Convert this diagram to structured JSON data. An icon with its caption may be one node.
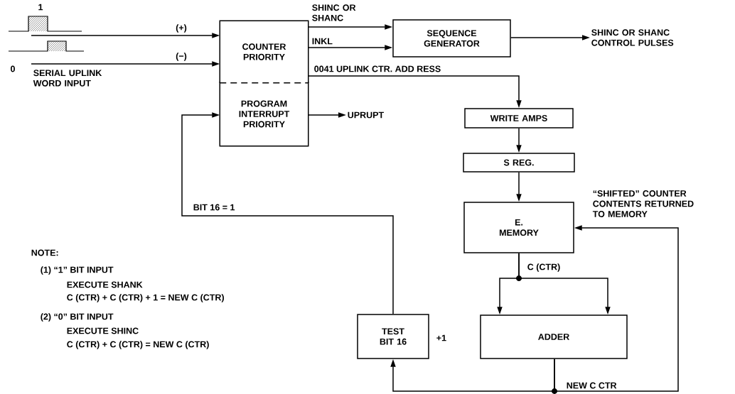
{
  "diagram": {
    "nodes": [
      {
        "text": [
          "COUNTER PRIORITY"
        ]
      },
      {
        "text": [
          "PROGRAM INTERRUPT PRIORITY"
        ]
      },
      {
        "text": [
          "SEQUENCE GENERATOR"
        ]
      },
      {
        "text": [
          "WRITE AMPS"
        ]
      },
      {
        "text": [
          "S REG."
        ]
      },
      {
        "text": [
          "E. MEMORY"
        ]
      },
      {
        "text": [
          "ADDER"
        ]
      },
      {
        "text": [
          "TEST BIT 16"
        ],
        "beside": [
          "+1"
        ]
      },
      {
        "text": [
          "SHINC OR SHANC CONTROL PULSES"
        ]
      },
      {
        "text": [
          "UPRUPT"
        ]
      }
    ],
    "edges": [
      {
        "from": null,
        "to": 0,
        "arrow": "to",
        "label": "(+)"
      },
      {
        "from": null,
        "to": 0,
        "arrow": "to",
        "label": "(−)"
      },
      {
        "from": 0,
        "to": 2,
        "arrow": "to",
        "label": "SHINC OR SHANC"
      },
      {
        "from": 0,
        "to": 2,
        "arrow": "to",
        "label": "INKL"
      },
      {
        "from": 0,
        "to": 3,
        "arrow": "to",
        "label": "0041 UPLINK CTR. ADD RESS"
      },
      {
        "from": 1,
        "to": 9,
        "arrow": "to"
      },
      {
        "from": 2,
        "to": 8,
        "arrow": "to"
      },
      {
        "from": 3,
        "to": 4,
        "arrow": "to"
      },
      {
        "from": 4,
        "to": 5,
        "arrow": "to"
      },
      {
        "from": 5,
        "to": 6,
        "arrow": "to",
        "label": "C (CTR)"
      },
      {
        "from": 5,
        "to": 6,
        "arrow": "to"
      },
      {
        "from": 6,
        "to": 7,
        "arrow": "to",
        "label": "NEW C CTR"
      },
      {
        "from": 6,
        "to": 5,
        "arrow": "to",
        "label": "“SHIFTED” COUNTER CONTENTS RETURNED TO MEMORY"
      },
      {
        "from": 7,
        "to": 1,
        "arrow": "to",
        "label": "BIT 16 = 1"
      }
    ],
    "labels": [
      "1",
      "0",
      "SERIAL UPLINK WORD INPUT",
      "NOTE:",
      "(1) “1” BIT INPUT",
      "EXECUTE SHANK",
      "C (CTR) + C (CTR) + 1 = NEW C (CTR)",
      "(2) “0” BIT INPUT",
      "EXECUTE SHINC",
      "C (CTR) + C (CTR) = NEW C (CTR)"
    ]
  }
}
